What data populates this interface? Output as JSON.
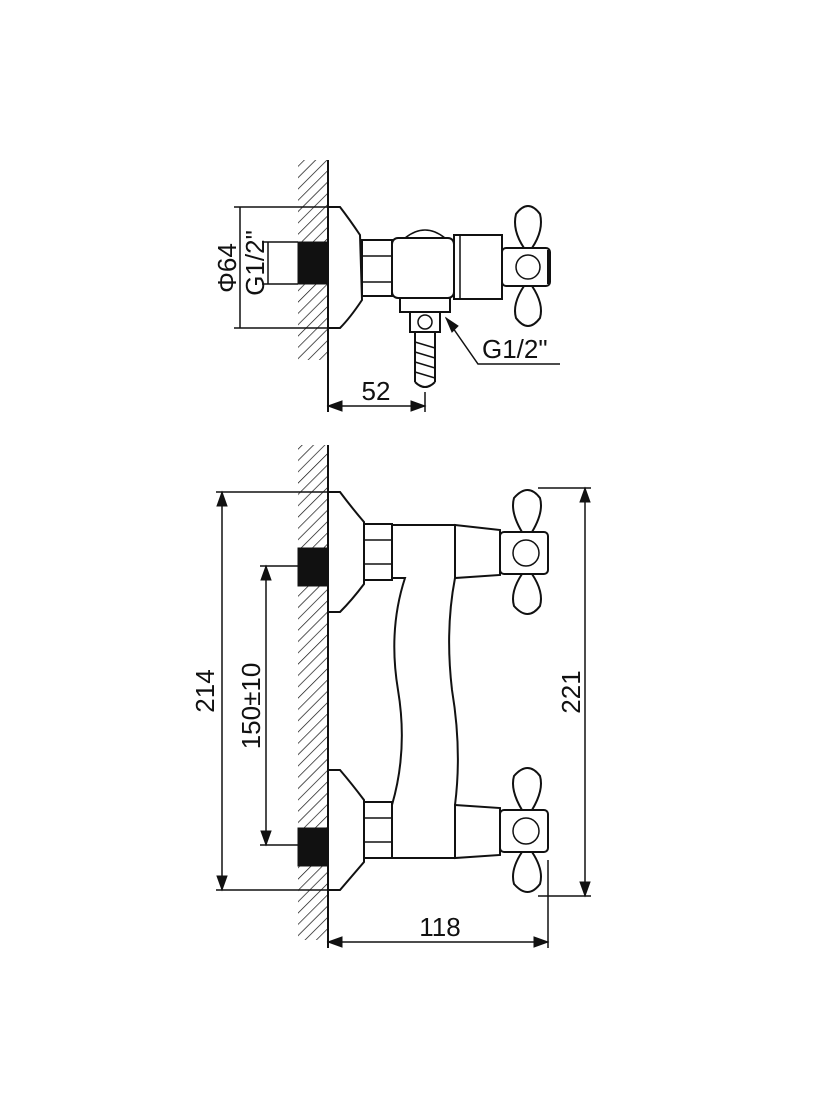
{
  "side_view": {
    "dim_diameter": "Φ64",
    "dim_inlet_thread": "G1/2\"",
    "dim_outlet_thread": "G1/2\"",
    "dim_depth": "52"
  },
  "front_view": {
    "dim_total_height": "214",
    "dim_center_distance": "150±10",
    "dim_overall_height": "221",
    "dim_width": "118"
  }
}
